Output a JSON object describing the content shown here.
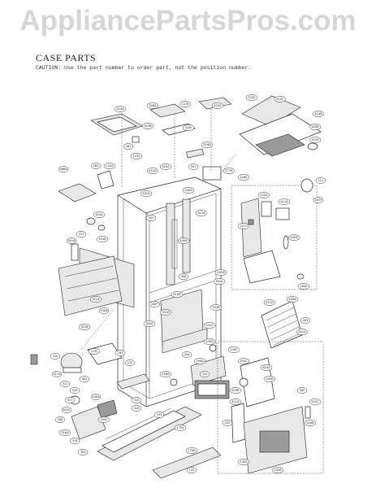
{
  "watermark": "AppliancePartsPros.com",
  "heading": "CASE PARTS",
  "caution": "CAUTION: Use the part number to order part, not the position number."
}
